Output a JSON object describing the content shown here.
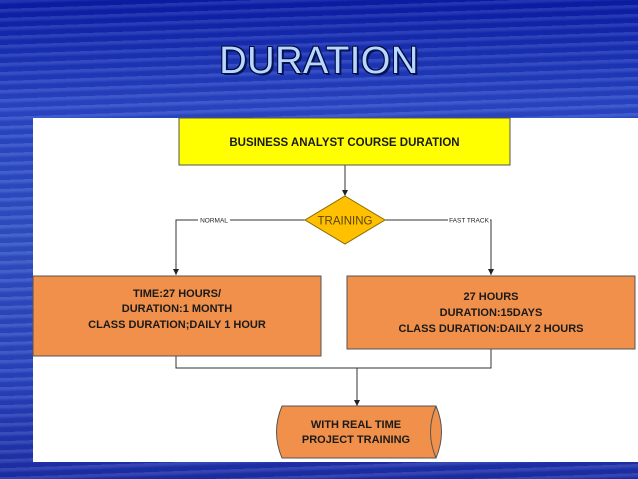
{
  "slide": {
    "title": "DURATION"
  },
  "diagram": {
    "top_box": "BUSINESS ANALYST COURSE DURATION",
    "decision": "TRAINING",
    "branch_left_label": "NORMAL",
    "branch_right_label": "FAST TRACK",
    "left_box": {
      "line1": "TIME:27 HOURS/",
      "line2": "DURATION:1 MONTH",
      "line3": "CLASS DURATION;DAILY 1 HOUR"
    },
    "right_box": {
      "line1": "27 HOURS",
      "line2": "DURATION:15DAYS",
      "line3": "CLASS DURATION:DAILY 2 HOURS"
    },
    "bottom_box": {
      "line1": "WITH REAL TIME",
      "line2": "PROJECT TRAINING"
    },
    "colors": {
      "top_box_fill": "#ffff00",
      "decision_fill": "#ffc000",
      "process_fill": "#f0904a",
      "terminal_fill": "#f0904a"
    }
  }
}
